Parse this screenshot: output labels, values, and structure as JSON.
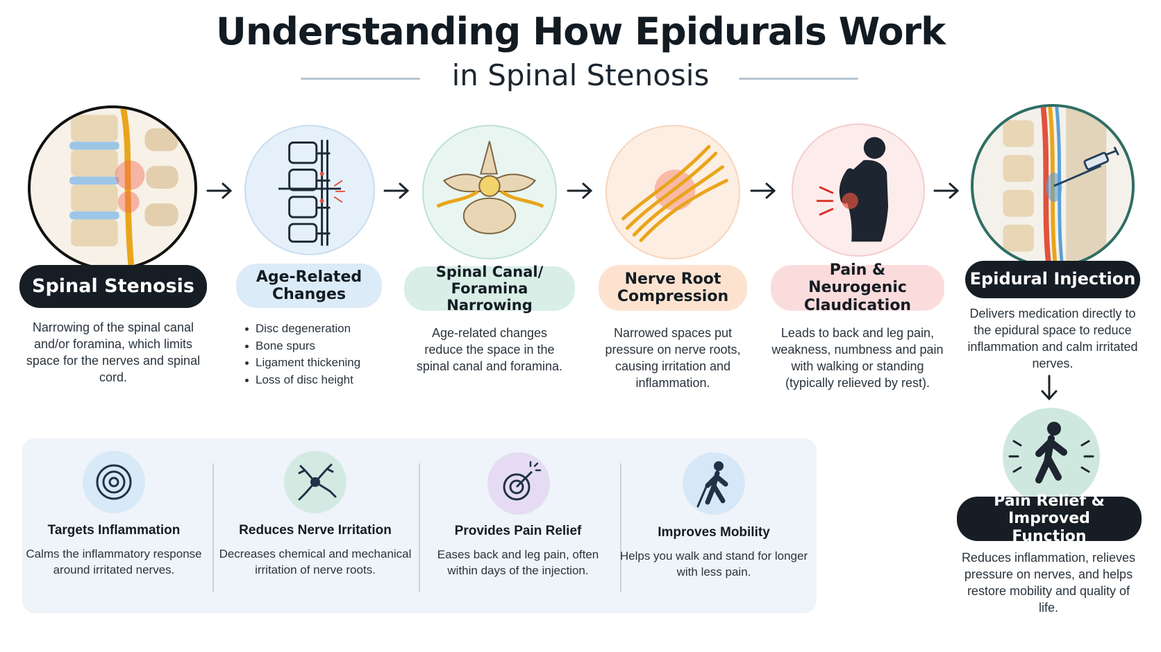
{
  "title": "Understanding How Epidurals Work",
  "subtitle": "in Spinal Stenosis",
  "steps": [
    {
      "label": "Spinal Stenosis",
      "text": "Narrowing of the spinal canal and/or foramina, which limits space for the nerves and spinal cord."
    },
    {
      "label": "Age-Related Changes",
      "bullets": [
        "Disc degeneration",
        "Bone spurs",
        "Ligament thickening",
        "Loss of disc height"
      ]
    },
    {
      "label": "Spinal Canal/ Foramina Narrowing",
      "text": "Age-related changes reduce the space in the spinal canal and foramina."
    },
    {
      "label": "Nerve Root Compression",
      "text": "Narrowed spaces put pressure on nerve roots, causing irritation and inflammation."
    },
    {
      "label": "Pain & Neurogenic Claudication",
      "text": "Leads to back and leg pain, weakness, numbness and pain with walking or standing (typically relieved by rest)."
    },
    {
      "label": "Epidural Injection",
      "text": "Delivers medication directly to the epidural space to reduce inflammation and calm irritated nerves."
    }
  ],
  "outcome": {
    "label": "Pain Relief & Improved Function",
    "text": "Reduces inflammation, relieves pressure on nerves, and helps restore mobility and quality of life."
  },
  "benefits": [
    {
      "title": "Targets Inflammation",
      "text": "Calms the inflammatory response around irritated nerves.",
      "icon": "target-icon"
    },
    {
      "title": "Reduces Nerve Irritation",
      "text": "Decreases chemical and mechanical irritation of nerve roots.",
      "icon": "nerve-cell-icon"
    },
    {
      "title": "Provides Pain Relief",
      "text": "Eases back and leg pain, often within days of the injection.",
      "icon": "pain-target-icon"
    },
    {
      "title": "Improves Mobility",
      "text": "Helps you walk and stand for longer with less pain.",
      "icon": "walking-cane-icon"
    }
  ],
  "colors": {
    "dark": "#161d24",
    "blue_pill": "#dcebf8",
    "teal_pill": "#d8eee6",
    "orange_pill": "#fde3cf",
    "pink_pill": "#fbdcdc",
    "teal_ring": "#2f6e64"
  }
}
